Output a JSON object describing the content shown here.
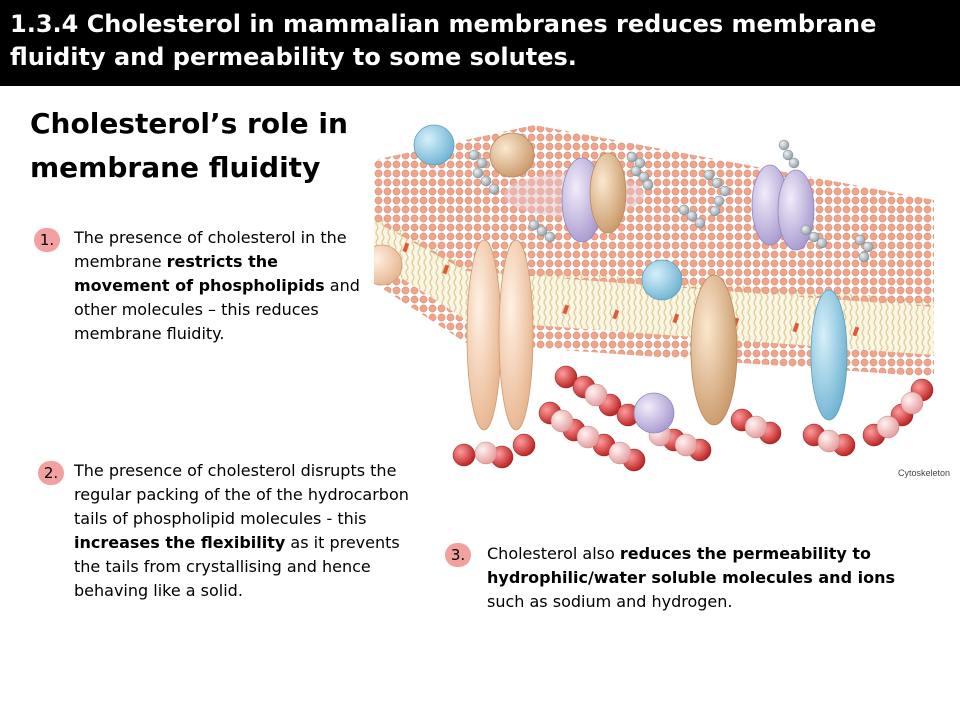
{
  "header": {
    "title": "1.3.4 Cholesterol in mammalian membranes reduces membrane fluidity and permeability to some solutes."
  },
  "slide": {
    "title": "Cholesterol’s role in membrane fluidity"
  },
  "points": [
    {
      "number": "1.",
      "segments": [
        {
          "text": "The presence of cholesterol in the membrane ",
          "bold": false
        },
        {
          "text": "restricts the movement of phospholipids",
          "bold": true
        },
        {
          "text": " and other molecules – this reduces membrane fluidity.",
          "bold": false
        }
      ]
    },
    {
      "number": "2.",
      "segments": [
        {
          "text": "The presence of cholesterol disrupts the regular packing of the of the hydrocarbon tails of phospholipid molecules - this ",
          "bold": false
        },
        {
          "text": "increases the flexibility",
          "bold": true
        },
        {
          "text": " as it prevents the tails from crystallising and hence behaving like a solid.",
          "bold": false
        }
      ]
    },
    {
      "number": "3.",
      "segments": [
        {
          "text": "Cholesterol also ",
          "bold": false
        },
        {
          "text": "reduces the permeability to hydrophilic/water soluble molecules and ions",
          "bold": true
        },
        {
          "text": " such as sodium and hydrogen.",
          "bold": false
        }
      ]
    }
  ],
  "figure": {
    "caption": "Cytoskeleton",
    "colors": {
      "heads": "#f0a48a",
      "heads_light": "#e9c2c8",
      "tails": "#e8d9a8",
      "cholesterol": "#e05a3a",
      "protein_tan": "#e6c49a",
      "protein_blue": "#9fd0e4",
      "protein_lilac": "#cfc2e6",
      "cytoskeleton_red": "#c92b2b",
      "cytoskeleton_pink": "#f2b3b3",
      "carbohydrate": "#a9b6bd"
    }
  }
}
